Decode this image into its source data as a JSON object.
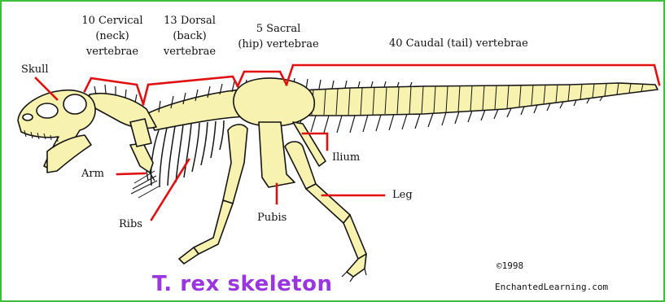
{
  "diagram": {
    "labels": {
      "cervical_line1": "10 Cervical",
      "cervical_line2": "(neck)",
      "cervical_line3": "vertebrae",
      "dorsal_line1": "13 Dorsal",
      "dorsal_line2": "(back)",
      "dorsal_line3": "vertebrae",
      "sacral_line1": "5 Sacral",
      "sacral_line2": "(hip) vertebrae",
      "caudal": "40 Caudal (tail) vertebrae",
      "skull": "Skull",
      "arm": "Arm",
      "ribs": "Ribs",
      "ilium": "Ilium",
      "pubis": "Pubis",
      "leg": "Leg"
    },
    "title": "T. rex skeleton",
    "credit_year": "©1998",
    "credit_site": "EnchantedLearning.com",
    "colors": {
      "frame": "#3cbf3c",
      "leader_lines": "#e01010",
      "bone_fill": "#f7f2b0",
      "bone_outline": "#151515",
      "title": "#9a36e0"
    }
  }
}
